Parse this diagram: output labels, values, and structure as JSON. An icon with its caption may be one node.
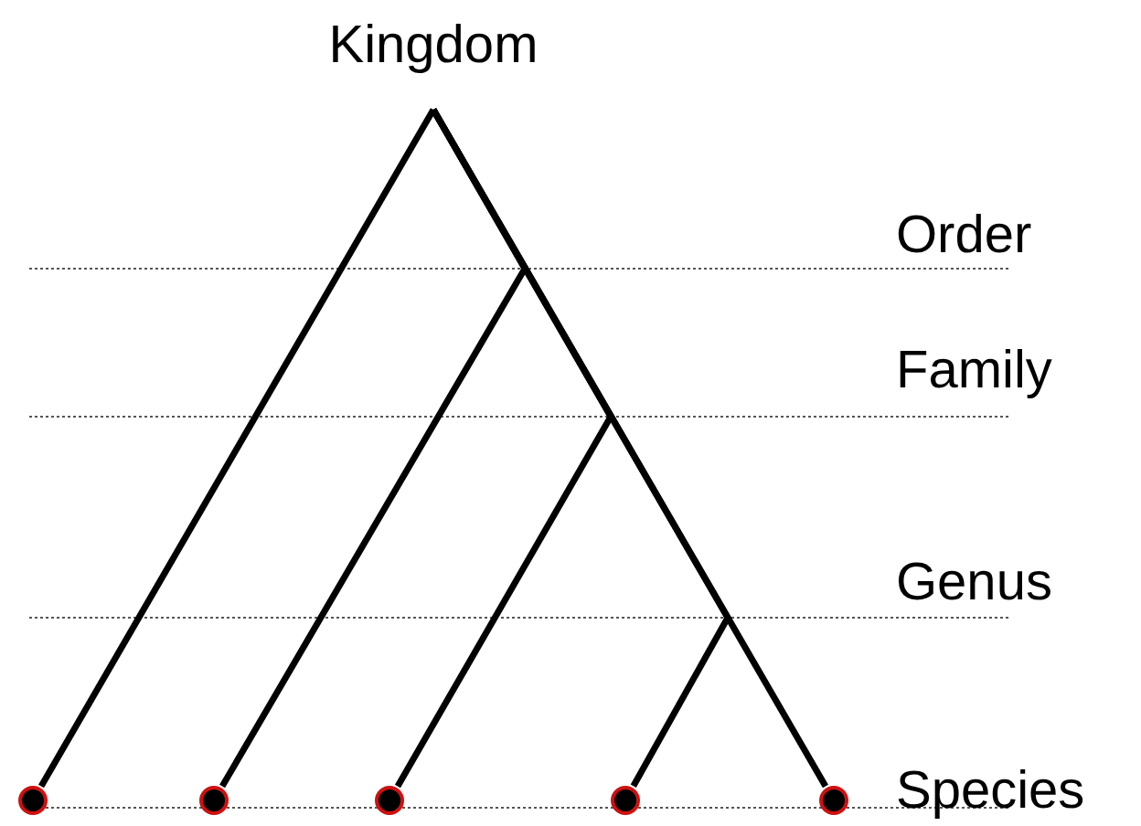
{
  "diagram": {
    "nodes": [
      {
        "text": [
          "Kingdom"
        ]
      },
      {
        "text": [],
        "shape": "circle"
      },
      {
        "text": [],
        "shape": "circle"
      },
      {
        "text": [],
        "shape": "circle"
      },
      {
        "text": [],
        "shape": "circle"
      },
      {
        "text": [],
        "shape": "circle"
      }
    ],
    "edges": [
      {
        "from": 0,
        "to": 1,
        "arrow": "none"
      },
      {
        "from": 0,
        "to": 2,
        "arrow": "none"
      },
      {
        "from": 0,
        "to": 3,
        "arrow": "none"
      },
      {
        "from": 0,
        "to": 4,
        "arrow": "none"
      },
      {
        "from": 0,
        "to": 5,
        "arrow": "none"
      }
    ],
    "labels": [
      "Order",
      "Family",
      "Genus",
      "Species"
    ]
  }
}
